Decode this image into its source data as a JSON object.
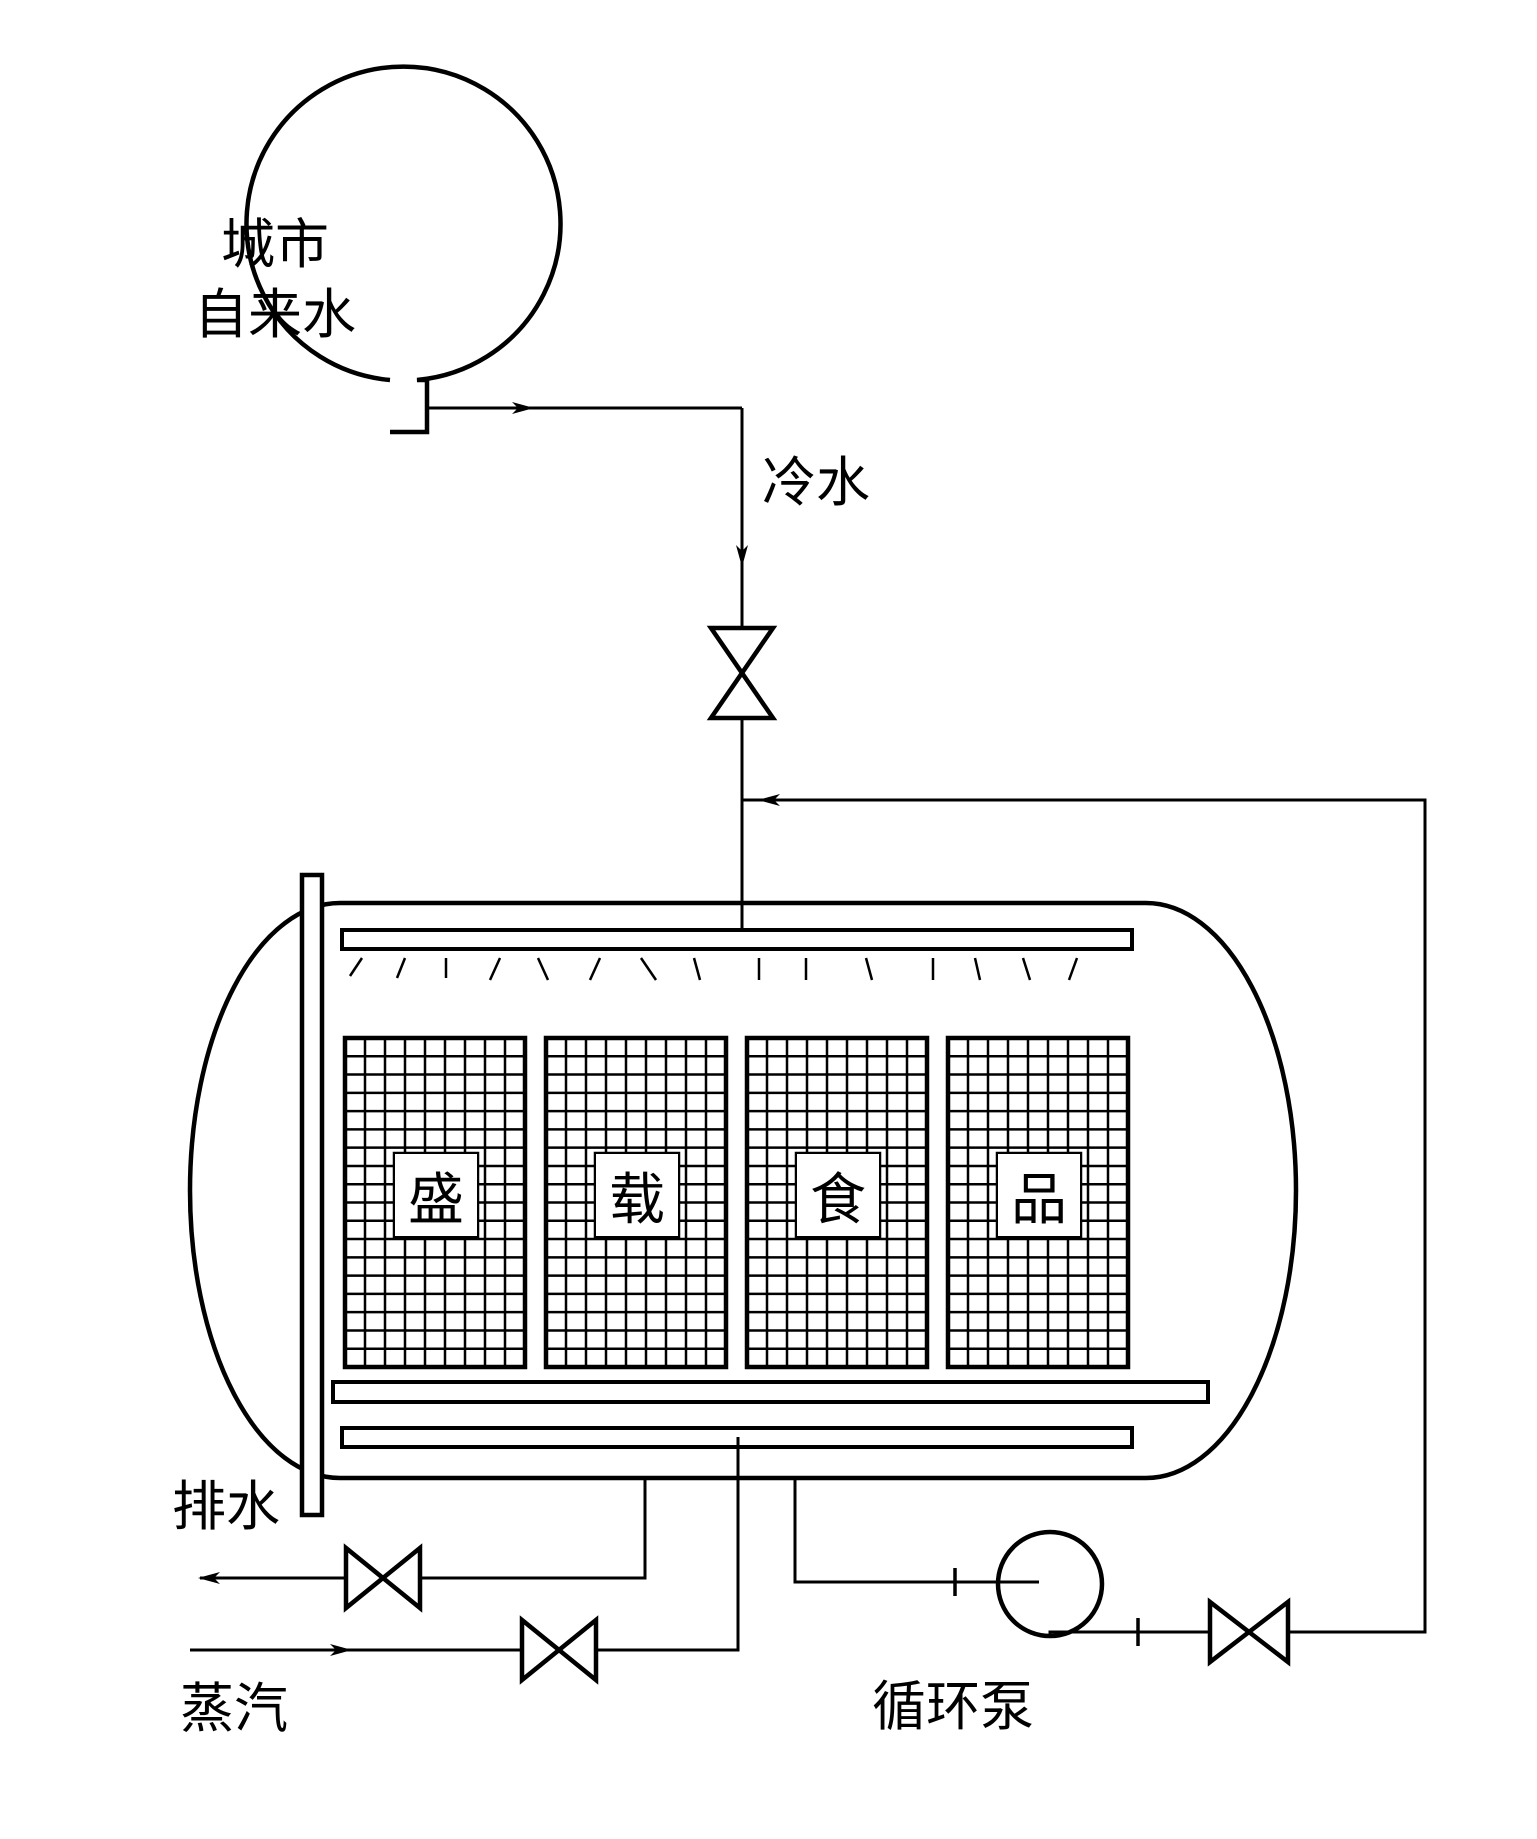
{
  "labels": {
    "city_water_line1": "城市",
    "city_water_line2": "自来水",
    "cold_water": "冷水",
    "drain": "排水",
    "steam": "蒸汽",
    "circ_pump": "循环泵"
  },
  "baskets": [
    "盛",
    "载",
    "食",
    "品"
  ],
  "colors": {
    "stroke": "#000000",
    "background": "#ffffff"
  }
}
